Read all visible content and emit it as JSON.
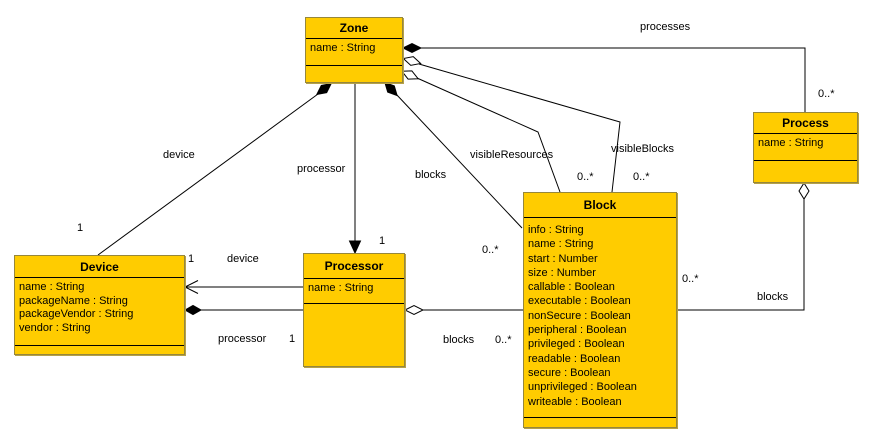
{
  "diagram_title": "Zone/Device/Processor/Block/Process UML class diagram",
  "colors": {
    "class_fill": "#FFCC00",
    "class_border": "#96873C",
    "edge_line": "#000000",
    "text": "#000000"
  },
  "classes": {
    "zone": {
      "title": "Zone",
      "attributes": [
        "name : String"
      ]
    },
    "process": {
      "title": "Process",
      "attributes": [
        "name : String"
      ]
    },
    "device": {
      "title": "Device",
      "attributes": [
        "name : String",
        "packageName : String",
        "packageVendor : String",
        "vendor : String"
      ]
    },
    "processor": {
      "title": "Processor",
      "attributes": [
        "name : String"
      ]
    },
    "block": {
      "title": "Block",
      "attributes": [
        "info : String",
        "name : String",
        "start : Number",
        "size : Number",
        "callable : Boolean",
        "executable : Boolean",
        "nonSecure : Boolean",
        "peripheral : Boolean",
        "privileged : Boolean",
        "readable : Boolean",
        "secure : Boolean",
        "unprivileged : Boolean",
        "writeable : Boolean"
      ]
    }
  },
  "edges": {
    "processes": {
      "label": "processes",
      "multiplicity": "0..*",
      "kind": "composition: Zone to Process"
    },
    "visible_resources": {
      "label": "visibleResources",
      "multiplicity": "0..*",
      "kind": "aggregation: Zone to Block"
    },
    "visible_blocks": {
      "label": "visibleBlocks",
      "multiplicity": "0..*",
      "kind": "aggregation: Zone to Block"
    },
    "zone_device": {
      "label": "device",
      "multiplicity": "1",
      "kind": "composition: Zone to Device"
    },
    "zone_processor": {
      "label": "processor",
      "multiplicity": "1",
      "kind": "directed association: Zone to Processor"
    },
    "zone_blocks": {
      "label": "blocks",
      "multiplicity": "0..*",
      "kind": "composition: Zone to Block"
    },
    "processor_device": {
      "label": "device",
      "multiplicity": "1",
      "kind": "directed association: Processor to Device"
    },
    "device_processor": {
      "label": "processor",
      "multiplicity": "1",
      "kind": "composition: Device to Processor"
    },
    "processor_blocks": {
      "label": "blocks",
      "multiplicity": "0..*",
      "kind": "aggregation: Processor to Block"
    },
    "process_blocks": {
      "label": "blocks",
      "multiplicity": "0..*",
      "kind": "aggregation: Process to Block"
    }
  }
}
